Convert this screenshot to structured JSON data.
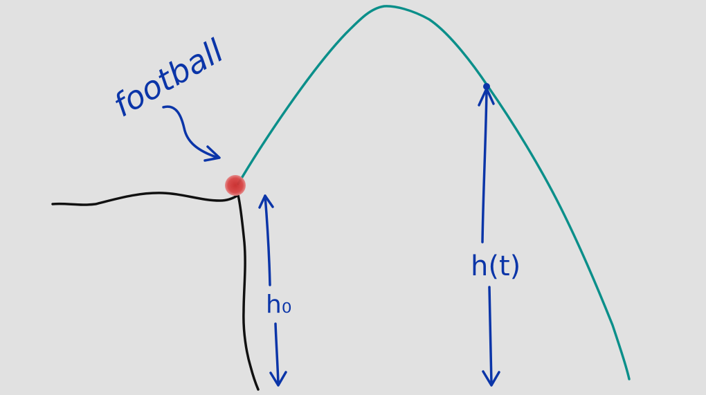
{
  "labels": {
    "football": "football",
    "initial_height": "h₀",
    "height_at_t": "h(t)"
  },
  "colors": {
    "background": "#e1e1e1",
    "trajectory": "#0b8f8a",
    "annotation": "#0b35a8",
    "ball": "#d33a3a",
    "cliff": "#111111"
  }
}
